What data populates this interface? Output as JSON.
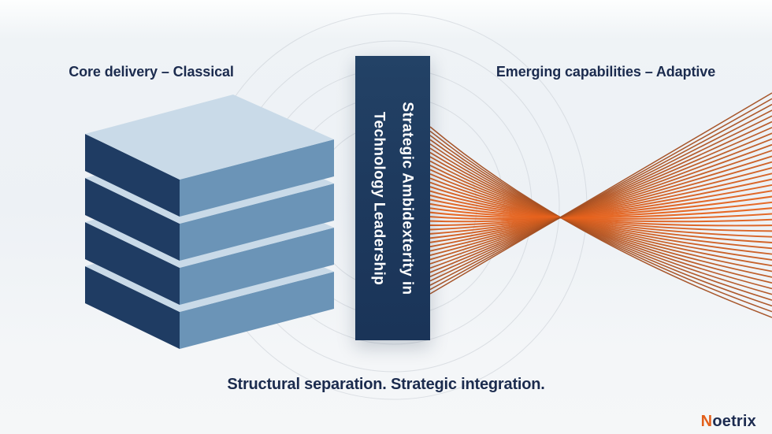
{
  "banner": {
    "line1": "Strategic Ambidexterity in",
    "line2": "Technology Leadership"
  },
  "sections": {
    "left": {
      "heading": "Core delivery – Classical"
    },
    "right": {
      "heading": "Emerging capabilities – Adaptive"
    }
  },
  "caption": {
    "text": "Structural separation. Strategic integration."
  },
  "logo": {
    "prefix": "N",
    "rest": "oetrix"
  },
  "stack": {
    "layer_count": 4
  },
  "weave": {
    "line_count": 40
  },
  "colors": {
    "background_tint": "#edf1f5",
    "banner_navy": "#1e3a5e",
    "heading_text": "#1b2b4e",
    "banner_text": "#ffffff",
    "slab_top": "#c9dae8",
    "slab_left": "#1f3c63",
    "slab_right": "#6b94b7",
    "weave_orange_bright": "#e8631c",
    "weave_orange_dark": "#a34e21",
    "circle_stroke": "#c7ccd4",
    "logo_orange": "#e2601c",
    "logo_navy": "#1c2b50"
  }
}
